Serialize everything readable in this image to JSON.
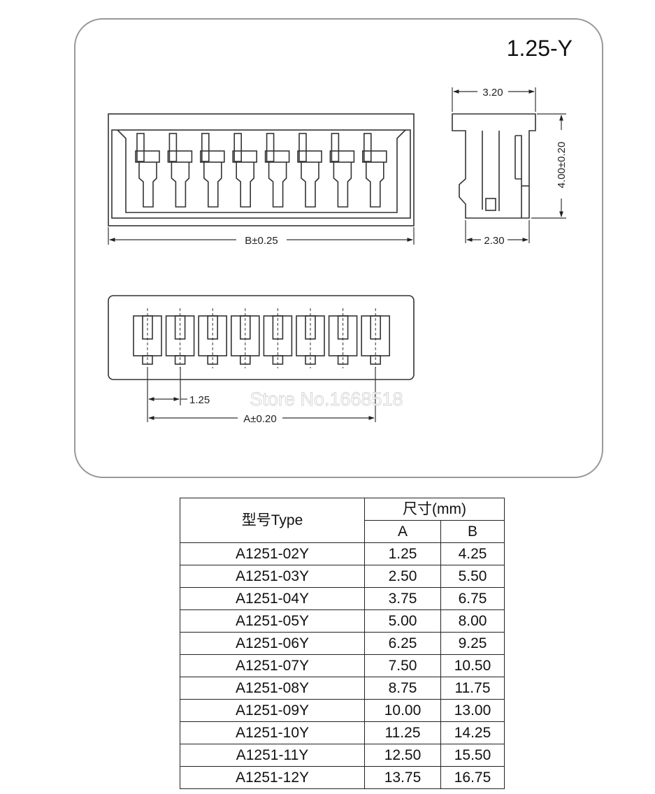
{
  "title": "1.25-Y",
  "dimensions": {
    "width_top": "3.20",
    "height_side": "4.00±0.20",
    "width_bottom": "2.30",
    "length_b": "B±0.25",
    "pitch": "1.25",
    "length_a": "A±0.20"
  },
  "pin_count": 8,
  "watermark": "Store No.1668518",
  "table": {
    "type_header": "型号Type",
    "size_header": "尺寸(mm)",
    "col_a": "A",
    "col_b": "B",
    "rows": [
      {
        "type": "A1251-02Y",
        "a": "1.25",
        "b": "4.25"
      },
      {
        "type": "A1251-03Y",
        "a": "2.50",
        "b": "5.50"
      },
      {
        "type": "A1251-04Y",
        "a": "3.75",
        "b": "6.75"
      },
      {
        "type": "A1251-05Y",
        "a": "5.00",
        "b": "8.00"
      },
      {
        "type": "A1251-06Y",
        "a": "6.25",
        "b": "9.25"
      },
      {
        "type": "A1251-07Y",
        "a": "7.50",
        "b": "10.50"
      },
      {
        "type": "A1251-08Y",
        "a": "8.75",
        "b": "11.75"
      },
      {
        "type": "A1251-09Y",
        "a": "10.00",
        "b": "13.00"
      },
      {
        "type": "A1251-10Y",
        "a": "11.25",
        "b": "14.25"
      },
      {
        "type": "A1251-11Y",
        "a": "12.50",
        "b": "15.50"
      },
      {
        "type": "A1251-12Y",
        "a": "13.75",
        "b": "16.75"
      }
    ]
  }
}
